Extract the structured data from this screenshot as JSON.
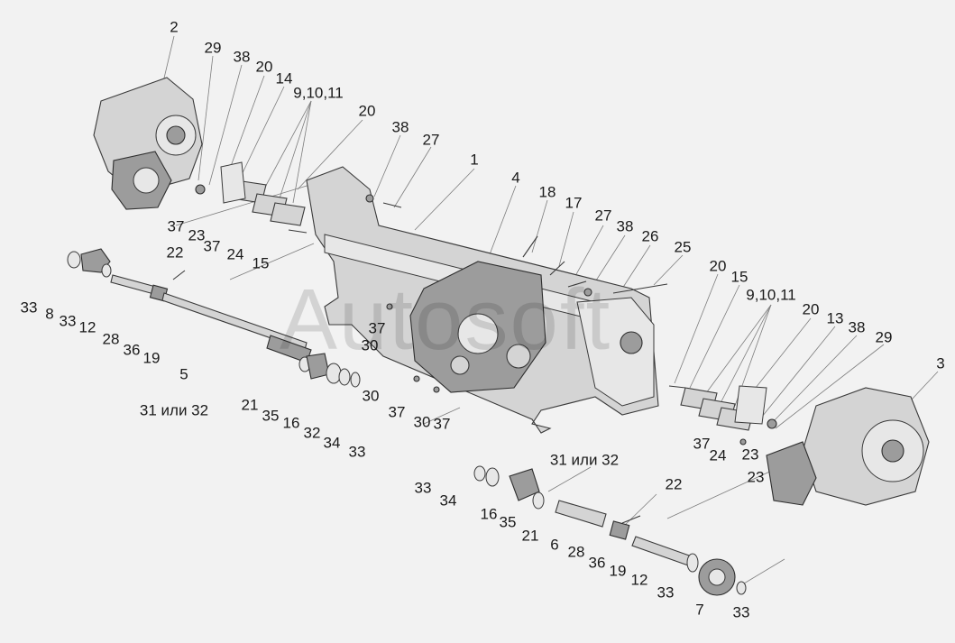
{
  "watermark": "Autosoft",
  "callouts": [
    "2",
    "29",
    "38",
    "20",
    "14",
    "9,10,11",
    "20",
    "38",
    "27",
    "1",
    "4",
    "18",
    "17",
    "27",
    "38",
    "26",
    "25",
    "20",
    "15",
    "9,10,11",
    "20",
    "13",
    "38",
    "29",
    "3",
    "37",
    "23",
    "37",
    "24",
    "15",
    "22",
    "33",
    "8",
    "33",
    "12",
    "28",
    "36",
    "19",
    "5",
    "37",
    "30",
    "30",
    "37",
    "30",
    "37",
    "31 или 32",
    "21",
    "35",
    "16",
    "32",
    "34",
    "33",
    "37",
    "24",
    "23",
    "23",
    "31 или 32",
    "22",
    "33",
    "34",
    "16",
    "35",
    "21",
    "6",
    "28",
    "36",
    "19",
    "12",
    "33",
    "7",
    "33"
  ]
}
